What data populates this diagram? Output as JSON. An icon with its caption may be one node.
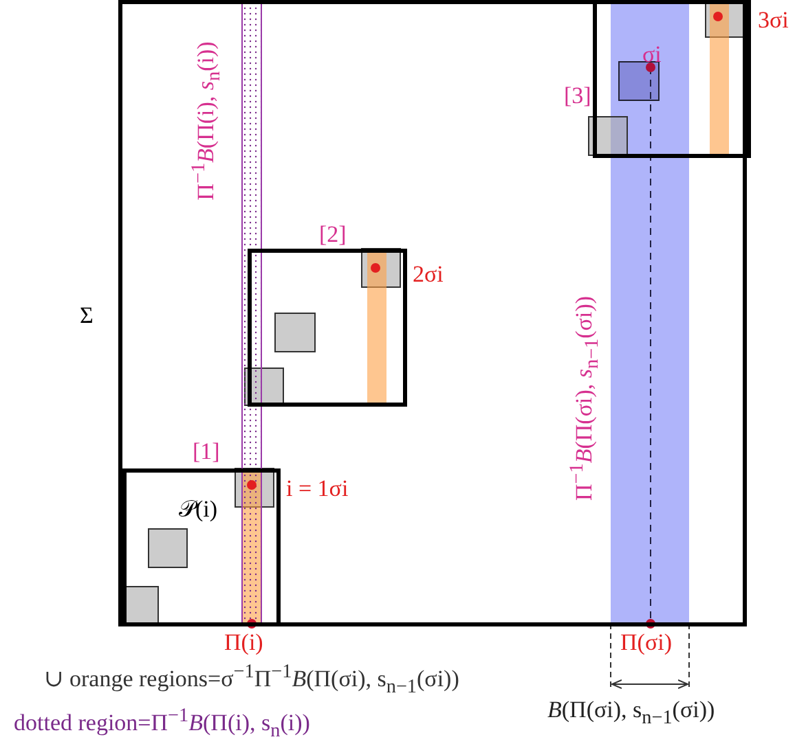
{
  "diagram": {
    "nodes": [
      {
        "text": [
          "Σ"
        ]
      },
      {
        "text": [
          "[1]",
          "𝒫(i)",
          "i = 1σi"
        ],
        "in": 0
      },
      {
        "text": [
          "[2]",
          "2σi"
        ],
        "in": 0
      },
      {
        "text": [
          "[3]",
          "σi",
          "3σi"
        ],
        "in": 0
      }
    ],
    "labels": [
      "Π$^{−1}$*B*(Π(i), *s*$_{n}$(i))",
      "Π$^{−1}$*B*(Π(σi), *s*$_{n−1}$(σi))",
      "Π(i)",
      "Π(σi)",
      "∪ orange regions=σ$^{−1}$Π$^{−1}$*B*(Π(σi), s$_{n−1}$(σi))",
      "dotted region=Π$^{−1}$*B*(Π(i), s$_{n}$(i))",
      "*B*(Π(σi), s$_{n−1}$(σi))"
    ]
  }
}
